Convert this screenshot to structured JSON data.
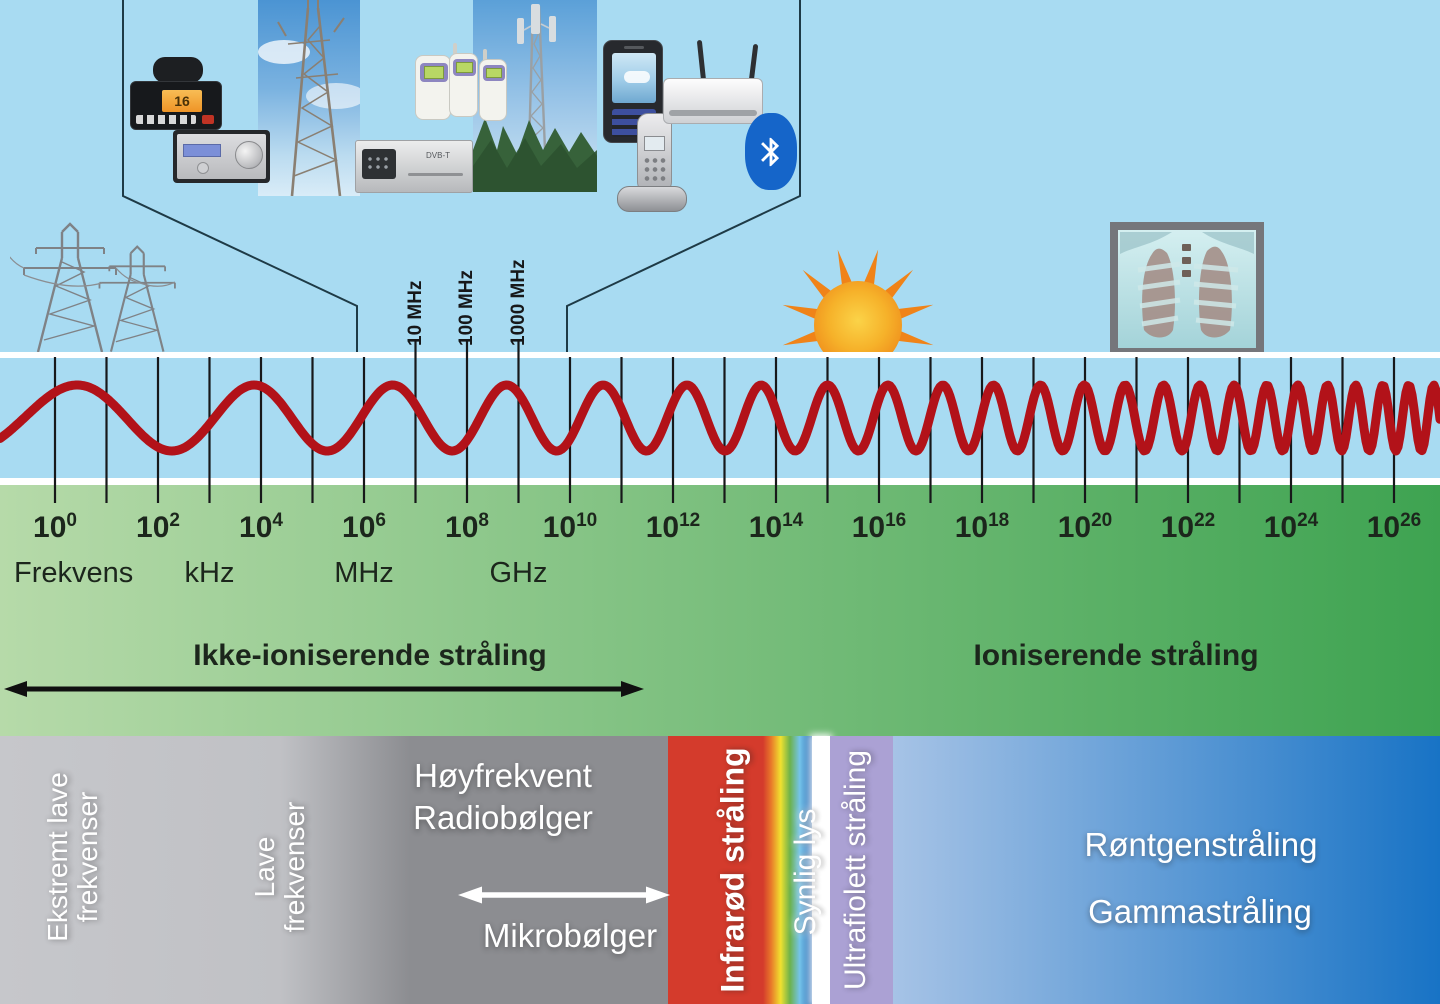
{
  "axis": {
    "base": "10",
    "min_exp": 0,
    "max_exp": 26,
    "label_exponents": [
      0,
      2,
      4,
      6,
      8,
      10,
      12,
      14,
      16,
      18,
      20,
      22,
      24,
      26
    ],
    "unit_labels": [
      {
        "text": "Frekvens",
        "exp": null
      },
      {
        "text": "kHz",
        "exp": 3
      },
      {
        "text": "MHz",
        "exp": 6
      },
      {
        "text": "GHz",
        "exp": 9
      }
    ],
    "marker_labels": [
      {
        "text": "10 MHz",
        "exp": 7
      },
      {
        "text": "100 MHz",
        "exp": 8
      },
      {
        "text": "1000 MHz",
        "exp": 9
      }
    ]
  },
  "zones": {
    "non_ionizing": "Ikke-ioniserende stråling",
    "ionizing": "Ioniserende stråling"
  },
  "bands": {
    "elf_line1": "Ekstremt lave",
    "elf_line2": "frekvenser",
    "lf_line1": "Lave",
    "lf_line2": "frekvenser",
    "hf_line1": "Høyfrekvent",
    "hf_line2": "Radiobølger",
    "microwaves": "Mikrobølger",
    "infrared": "Infrarød stråling",
    "visible": "Synlig lys",
    "ultraviolet": "Ultrafiolett stråling",
    "xray": "Røntgenstråling",
    "gamma": "Gammastråling"
  },
  "devices": {
    "marine_vhf_display": "16",
    "dvb_label": "DVB-T"
  },
  "colors": {
    "sky": "#a8dbf2",
    "green_l": "#b6daa9",
    "green_r": "#3ea351",
    "wave": "#b21219",
    "tick": "#17181a",
    "ink": "#1c261c",
    "red_band": "#d43b2c",
    "purple": "#aba1d4",
    "blue_l": "#a6c3e6",
    "blue_r": "#1873c5",
    "bt_blue": "#1565c9",
    "callout": "#1e3a46",
    "sun_core": "#fbd348",
    "sun_ray": "#f08318"
  },
  "rainbow": [
    "#e8762a",
    "#f1e12f",
    "#6db24b",
    "#74c3ea",
    "#2f6cb4"
  ]
}
